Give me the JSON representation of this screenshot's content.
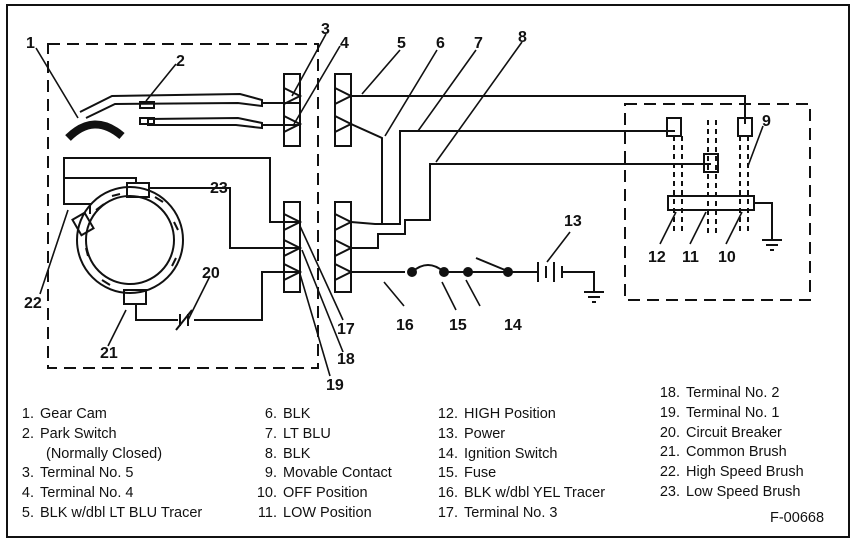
{
  "callouts": {
    "c1": "1",
    "c2": "2",
    "c3": "3",
    "c4": "4",
    "c5": "5",
    "c6": "6",
    "c7": "7",
    "c8": "8",
    "c9": "9",
    "c10": "10",
    "c11": "11",
    "c12": "12",
    "c13": "13",
    "c14": "14",
    "c15": "15",
    "c16": "16",
    "c17": "17",
    "c18": "18",
    "c19": "19",
    "c20": "20",
    "c21": "21",
    "c22": "22",
    "c23": "23"
  },
  "legend": {
    "col1": [
      {
        "num": "1.",
        "text": "Gear Cam"
      },
      {
        "num": "2.",
        "text": "Park Switch"
      },
      {
        "num": "",
        "text": "(Normally Closed)"
      },
      {
        "num": "3.",
        "text": "Terminal No. 5"
      },
      {
        "num": "4.",
        "text": "Terminal No. 4"
      },
      {
        "num": "5.",
        "text": "BLK w/dbl LT BLU Tracer"
      }
    ],
    "col2": [
      {
        "num": "6.",
        "text": "BLK"
      },
      {
        "num": "7.",
        "text": "LT BLU"
      },
      {
        "num": "8.",
        "text": "BLK"
      },
      {
        "num": "9.",
        "text": "Movable Contact"
      },
      {
        "num": "10.",
        "text": "OFF Position"
      },
      {
        "num": "11.",
        "text": "LOW Position"
      }
    ],
    "col3": [
      {
        "num": "12.",
        "text": "HIGH Position"
      },
      {
        "num": "13.",
        "text": "Power"
      },
      {
        "num": "14.",
        "text": "Ignition Switch"
      },
      {
        "num": "15.",
        "text": "Fuse"
      },
      {
        "num": "16.",
        "text": "BLK w/dbl YEL Tracer"
      },
      {
        "num": "17.",
        "text": "Terminal No. 3"
      }
    ],
    "col4": [
      {
        "num": "18.",
        "text": "Terminal No. 2"
      },
      {
        "num": "19.",
        "text": "Terminal No. 1"
      },
      {
        "num": "20.",
        "text": "Circuit Breaker"
      },
      {
        "num": "21.",
        "text": "Common Brush"
      },
      {
        "num": "22.",
        "text": "High Speed Brush"
      },
      {
        "num": "23.",
        "text": "Low Speed Brush"
      }
    ]
  },
  "figure_code": "F-00668"
}
